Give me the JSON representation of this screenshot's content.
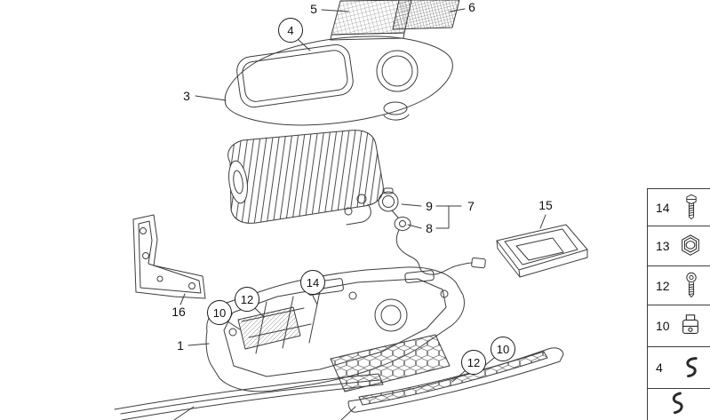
{
  "diagram": {
    "background_color": "#ffffff",
    "line_color": "#3d3d3d",
    "description": "exploded-view-center-console-armrest",
    "callouts": {
      "c1": "1",
      "c3": "3",
      "c4": "4",
      "c5": "5",
      "c6": "6",
      "c7": "7",
      "c8": "8",
      "c9": "9",
      "c10": "10",
      "c12": "12",
      "c14": "14",
      "c15": "15",
      "c16": "16"
    },
    "legend": {
      "items": [
        {
          "label": "14",
          "icon": "hex-bolt-icon"
        },
        {
          "label": "13",
          "icon": "hex-nut-icon"
        },
        {
          "label": "12",
          "icon": "screw-icon"
        },
        {
          "label": "10",
          "icon": "cage-clip-icon"
        },
        {
          "label": "4",
          "icon": "spring-clip-icon"
        }
      ],
      "partial_item_icon": "spring-clip-icon"
    }
  }
}
